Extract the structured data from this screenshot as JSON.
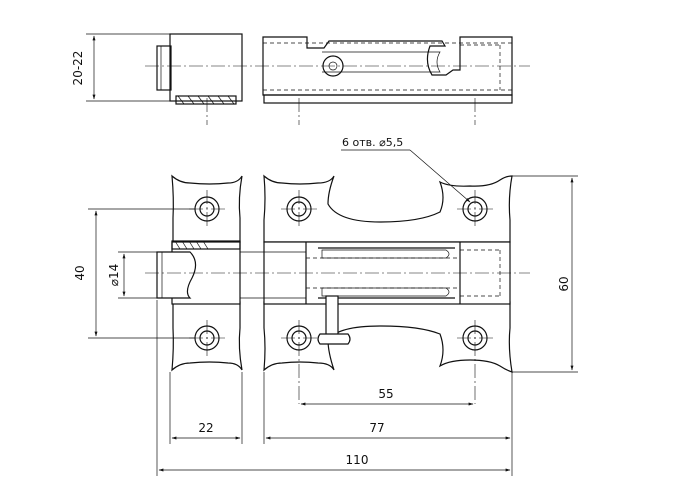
{
  "dimensions": {
    "height_top": "20-22",
    "holes": "6 отв. ⌀5,5",
    "spacing_vertical": "40",
    "diameter_bolt": "⌀14",
    "height_total": "60",
    "pitch_55": "55",
    "width_22": "22",
    "width_77": "77",
    "width_110": "110"
  }
}
